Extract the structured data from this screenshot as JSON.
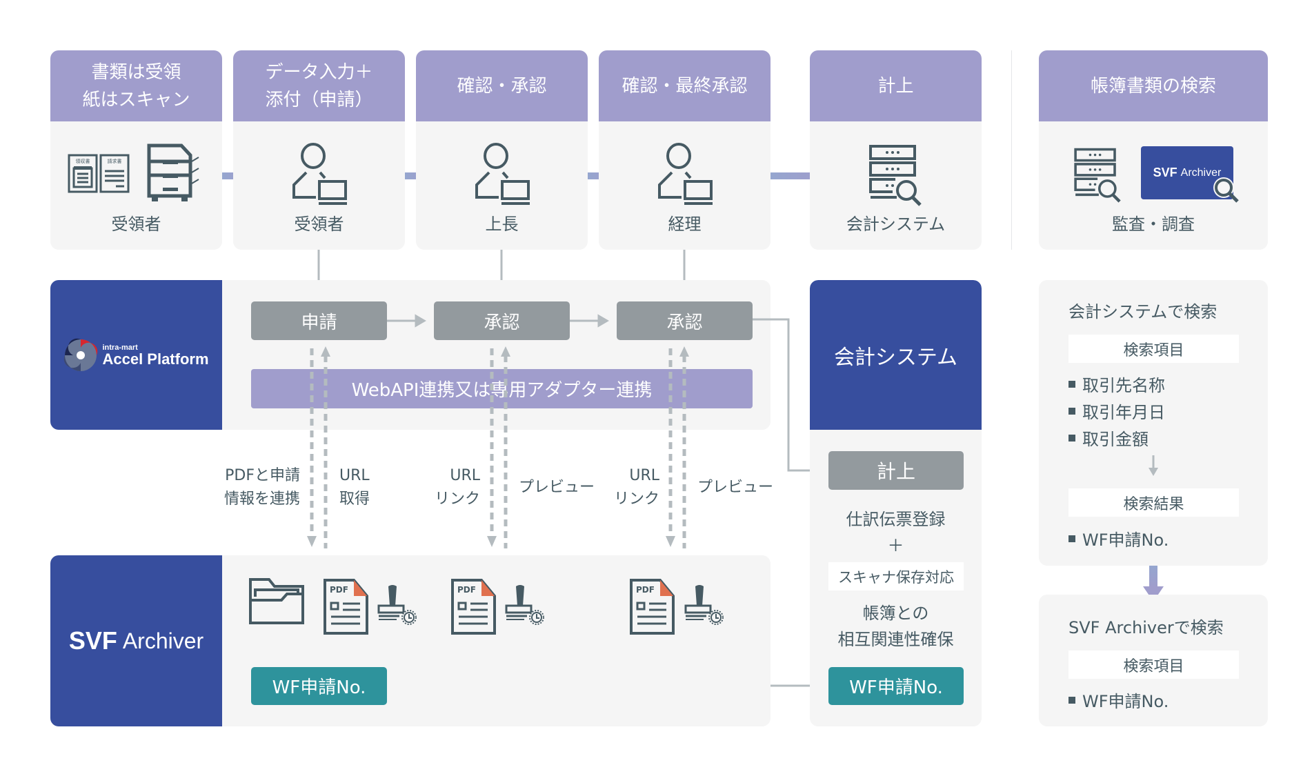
{
  "colors": {
    "header_purple": "#a09dcc",
    "card_bg": "#f5f5f5",
    "icon_dark": "#465a63",
    "brand_blue": "#374e9e",
    "step_gray": "#939a9e",
    "teal": "#2e939c",
    "connector_gray": "#b4bbbf",
    "pdf_accent": "#e0714f"
  },
  "top_steps": [
    {
      "header": "書類は受領\n紙はスキャン",
      "icon": "documents-and-scanner-icon",
      "doc_labels": [
        "領収書",
        "請求書"
      ],
      "footer": "受領者"
    },
    {
      "header": "データ入力＋\n添付（申請）",
      "icon": "person-with-laptop-icon",
      "footer": "受領者"
    },
    {
      "header": "確認・承認",
      "icon": "person-with-laptop-icon",
      "footer": "上長"
    },
    {
      "header": "確認・最終承認",
      "icon": "person-with-laptop-icon",
      "footer": "経理"
    },
    {
      "header": "計上",
      "icon": "server-search-icon",
      "footer": "会計システム"
    }
  ],
  "search_card": {
    "header": "帳簿書類の検索",
    "icons": [
      "server-search-icon",
      "svf-archiver-search-icon"
    ],
    "svf_logo_bold": "SVF",
    "svf_logo_light": "Archiver",
    "footer": "監査・調査"
  },
  "platform": {
    "logo_small": "intra-mart",
    "logo_main": "Accel Platform",
    "steps": [
      "申請",
      "承認",
      "承認"
    ],
    "webapi_label": "WebAPI連携又は専用アダプター連携"
  },
  "connector_labels": [
    {
      "text": "PDFと申請\n情報を連携",
      "align": "right"
    },
    {
      "text": "URL\n取得",
      "align": "left"
    },
    {
      "text": "URL\nリンク",
      "align": "right"
    },
    {
      "text": "プレビュー",
      "align": "left"
    },
    {
      "text": "URL\nリンク",
      "align": "right"
    },
    {
      "text": "プレビュー",
      "align": "left"
    }
  ],
  "archiver": {
    "logo_bold": "SVF",
    "logo_light": "Archiver",
    "pdf_label": "PDF",
    "wf_button": "WF申請No."
  },
  "accounting": {
    "title": "会計システム",
    "post_button": "計上",
    "line1": "仕訳伝票登録",
    "plus": "＋",
    "scanner_box": "スキャナ保存対応",
    "line2": "帳簿との\n相互関連性確保",
    "wf_button": "WF申請No."
  },
  "search_accounting": {
    "title": "会計システムで検索",
    "items_header": "検索項目",
    "items": [
      "取引先名称",
      "取引年月日",
      "取引金額"
    ],
    "results_header": "検索結果",
    "results": [
      "WF申請No."
    ]
  },
  "search_archiver": {
    "title": "SVF Archiverで検索",
    "items_header": "検索項目",
    "items": [
      "WF申請No."
    ]
  }
}
